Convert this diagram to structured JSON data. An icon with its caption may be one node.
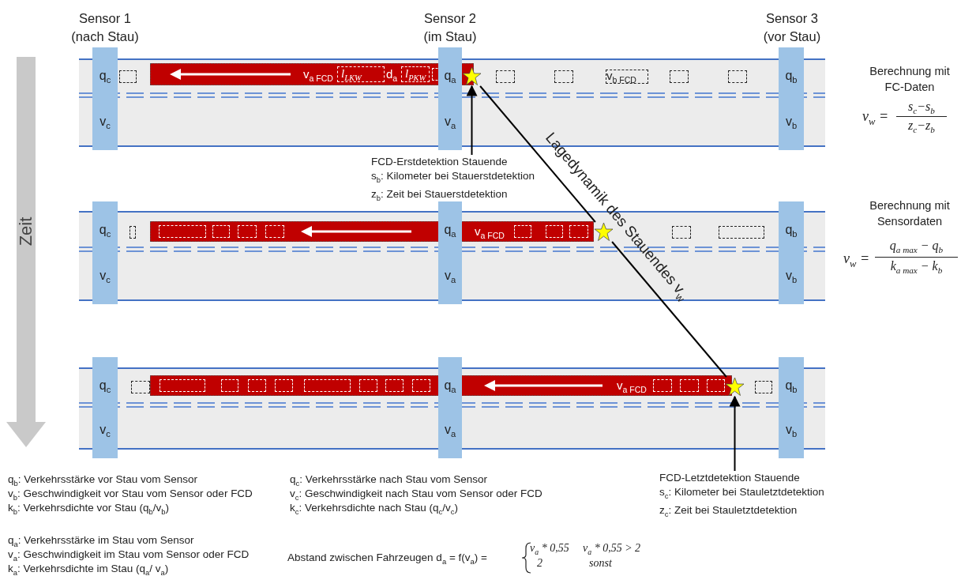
{
  "diagram": {
    "nodes": [
      {
        "text": [
          "q$_{c}$",
          "v$_{c}$"
        ],
        "beside": [
          "Sensor 1 (nach Stau)"
        ]
      },
      {
        "text": [
          "v$_{a FCD}$",
          "l$_{LKW}$",
          "d$_{a}$",
          "l$_{PKW}$"
        ]
      },
      {
        "text": [
          "q$_{a}$",
          "v$_{a}$"
        ],
        "beside": [
          "Sensor 2 (im Stau)"
        ]
      },
      {
        "text": [],
        "shape": "star"
      },
      {
        "text": [
          "q$_{b}$",
          "v$_{b}$"
        ],
        "beside": [
          "Sensor 3 (vor Stau)"
        ]
      },
      {
        "text": [
          "FCD-Erstdetektion Stauende",
          "s$_{b}$: Kilometer bei Stauerstdetektion",
          "z$_{b}$: Zeit bei Stauerstdetektion"
        ]
      },
      {
        "text": [
          "q$_{c}$",
          "v$_{c}$"
        ]
      },
      {
        "text": [
          "v$_{a FCD}$"
        ]
      },
      {
        "text": [
          "q$_{a}$",
          "v$_{a}$"
        ]
      },
      {
        "text": [],
        "shape": "star"
      },
      {
        "text": [
          "q$_{b}$",
          "v$_{b}$"
        ]
      },
      {
        "text": [
          "q$_{c}$",
          "v$_{c}$"
        ]
      },
      {
        "text": [
          "v$_{a FCD}$"
        ]
      },
      {
        "text": [
          "q$_{a}$",
          "v$_{a}$"
        ]
      },
      {
        "text": [],
        "shape": "star"
      },
      {
        "text": [
          "q$_{b}$",
          "v$_{b}$"
        ]
      },
      {
        "text": [
          "FCD-Letztdetektion Stauende",
          "s$_{c}$: Kilometer bei Stauletztdetektion",
          "z$_{c}$: Zeit bei Stauletztdetektion"
        ]
      }
    ],
    "edges": [
      {
        "from": 5,
        "to": 3,
        "arrow": "to"
      },
      {
        "from": 3,
        "to": 9,
        "arrow": "none",
        "label": "Lagedynamik des Stauendes v$_{w}$"
      },
      {
        "from": 9,
        "to": 14,
        "arrow": "none"
      },
      {
        "from": 16,
        "to": 14,
        "arrow": "to"
      }
    ],
    "labels": [
      "v$_{b FCD}$",
      "Berechnung mit FC-Daten",
      "v$_{w}$ =",
      "s$_{c}$−s$_{b}$",
      "z$_{c}$−z$_{b}$",
      "Zeit",
      "Berechnung mit Sensordaten",
      "v$_{w}$ =",
      "q$_{a max}$ − q$_{b}$",
      "k$_{a max}$ − k$_{b}$",
      "q$_{b}$: Verkehrsstärke vor Stau vom Sensor",
      "v$_{b}$: Geschwindigkeit vor Stau vom Sensor oder FCD",
      "k$_{b}$: Verkehrsdichte vor Stau (q$_{b}$/v$_{b}$)",
      "q$_{c}$: Verkehrsstärke nach Stau vom Sensor",
      "v$_{c}$: Geschwindigkeit nach Stau vom Sensor oder FCD",
      "k$_{c}$: Verkehrsdichte nach Stau (q$_{c}$/v$_{c}$)",
      "q$_{a}$: Verkehrsstärke im Stau vom Sensor",
      "v$_{a}$: Geschwindigkeit im Stau vom Sensor oder FCD",
      "k$_{a}$: Verkehrsdichte im Stau (q$_{a}$/ v$_{a}$)",
      "Abstand zwischen Fahrzeugen d$_{a}$ = f(v$_{a}$) =",
      "v$_{a}$ * 0,55",
      "v$_{a}$ * 0,55 > 2",
      "2",
      "sonst"
    ]
  }
}
